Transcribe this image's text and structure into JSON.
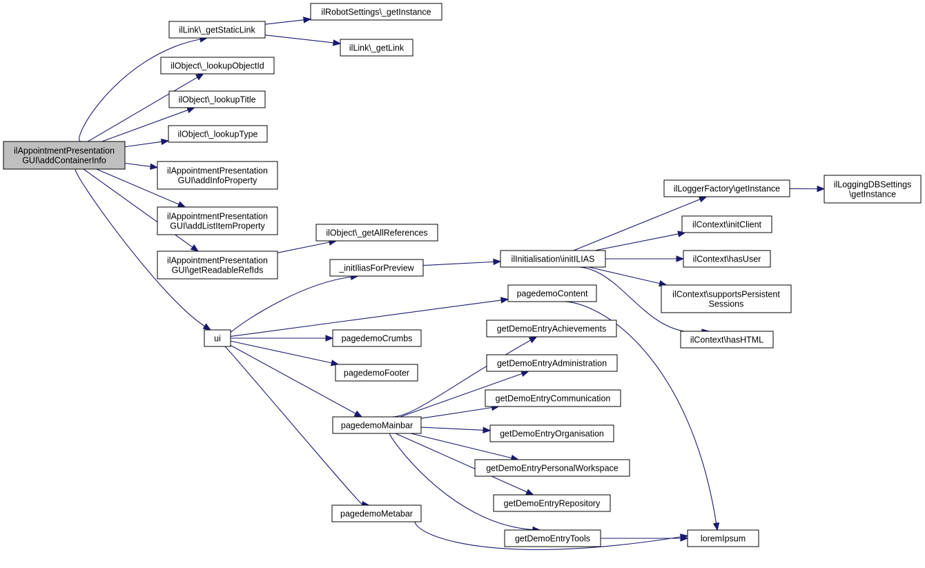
{
  "colors": {
    "node_fill": "#ffffff",
    "root_fill": "#bfbfbf",
    "edge": "#191970",
    "border": "#000000"
  },
  "nodes": {
    "root": {
      "lines": [
        "ilAppointmentPresentation",
        "GUI\\addContainerInfo"
      ]
    },
    "getStaticLink": {
      "lines": [
        "ilLink\\_getStaticLink"
      ]
    },
    "robotGetInstance": {
      "lines": [
        "ilRobotSettings\\_getInstance"
      ]
    },
    "getLink": {
      "lines": [
        "ilLink\\_getLink"
      ]
    },
    "lookupObjectId": {
      "lines": [
        "ilObject\\_lookupObjectId"
      ]
    },
    "lookupTitle": {
      "lines": [
        "ilObject\\_lookupTitle"
      ]
    },
    "lookupType": {
      "lines": [
        "ilObject\\_lookupType"
      ]
    },
    "addInfoProperty": {
      "lines": [
        "ilAppointmentPresentation",
        "GUI\\addInfoProperty"
      ]
    },
    "addListItemProperty": {
      "lines": [
        "ilAppointmentPresentation",
        "GUI\\addListItemProperty"
      ]
    },
    "getReadableRefIds": {
      "lines": [
        "ilAppointmentPresentation",
        "GUI\\getReadableRefIds"
      ]
    },
    "getAllReferences": {
      "lines": [
        "ilObject\\_getAllReferences"
      ]
    },
    "ui": {
      "lines": [
        "ui"
      ]
    },
    "initIliasForPreview": {
      "lines": [
        "_initIliasForPreview"
      ]
    },
    "initILIAS": {
      "lines": [
        "ilInitialisation\\initILIAS"
      ]
    },
    "loggerGetInstance": {
      "lines": [
        "ilLoggerFactory\\getInstance"
      ]
    },
    "loggingDB": {
      "lines": [
        "ilLoggingDBSettings",
        "\\getInstance"
      ]
    },
    "initClient": {
      "lines": [
        "ilContext\\initClient"
      ]
    },
    "hasUser": {
      "lines": [
        "ilContext\\hasUser"
      ]
    },
    "supportsPersistent": {
      "lines": [
        "ilContext\\supportsPersistent",
        "Sessions"
      ]
    },
    "hasHTML": {
      "lines": [
        "ilContext\\hasHTML"
      ]
    },
    "pagedemoContent": {
      "lines": [
        "pagedemoContent"
      ]
    },
    "pagedemoCrumbs": {
      "lines": [
        "pagedemoCrumbs"
      ]
    },
    "pagedemoFooter": {
      "lines": [
        "pagedemoFooter"
      ]
    },
    "pagedemoMainbar": {
      "lines": [
        "pagedemoMainbar"
      ]
    },
    "pagedemoMetabar": {
      "lines": [
        "pagedemoMetabar"
      ]
    },
    "achievements": {
      "lines": [
        "getDemoEntryAchievements"
      ]
    },
    "administration": {
      "lines": [
        "getDemoEntryAdministration"
      ]
    },
    "communication": {
      "lines": [
        "getDemoEntryCommunication"
      ]
    },
    "organisation": {
      "lines": [
        "getDemoEntryOrganisation"
      ]
    },
    "personalWorkspace": {
      "lines": [
        "getDemoEntryPersonalWorkspace"
      ]
    },
    "repository": {
      "lines": [
        "getDemoEntryRepository"
      ]
    },
    "tools": {
      "lines": [
        "getDemoEntryTools"
      ]
    },
    "loremIpsum": {
      "lines": [
        "loremIpsum"
      ]
    }
  },
  "edges": [
    [
      "root",
      "getStaticLink"
    ],
    [
      "root",
      "lookupObjectId"
    ],
    [
      "root",
      "lookupTitle"
    ],
    [
      "root",
      "lookupType"
    ],
    [
      "root",
      "addInfoProperty"
    ],
    [
      "root",
      "addListItemProperty"
    ],
    [
      "root",
      "getReadableRefIds"
    ],
    [
      "root",
      "ui"
    ],
    [
      "getStaticLink",
      "robotGetInstance"
    ],
    [
      "getStaticLink",
      "getLink"
    ],
    [
      "getReadableRefIds",
      "getAllReferences"
    ],
    [
      "ui",
      "initIliasForPreview"
    ],
    [
      "ui",
      "pagedemoContent"
    ],
    [
      "ui",
      "pagedemoCrumbs"
    ],
    [
      "ui",
      "pagedemoFooter"
    ],
    [
      "ui",
      "pagedemoMainbar"
    ],
    [
      "ui",
      "pagedemoMetabar"
    ],
    [
      "initIliasForPreview",
      "initILIAS"
    ],
    [
      "initILIAS",
      "loggerGetInstance"
    ],
    [
      "initILIAS",
      "initClient"
    ],
    [
      "initILIAS",
      "hasUser"
    ],
    [
      "initILIAS",
      "supportsPersistent"
    ],
    [
      "initILIAS",
      "hasHTML"
    ],
    [
      "loggerGetInstance",
      "loggingDB"
    ],
    [
      "pagedemoContent",
      "loremIpsum"
    ],
    [
      "pagedemoMainbar",
      "achievements"
    ],
    [
      "pagedemoMainbar",
      "administration"
    ],
    [
      "pagedemoMainbar",
      "communication"
    ],
    [
      "pagedemoMainbar",
      "organisation"
    ],
    [
      "pagedemoMainbar",
      "personalWorkspace"
    ],
    [
      "pagedemoMainbar",
      "repository"
    ],
    [
      "pagedemoMainbar",
      "tools"
    ],
    [
      "pagedemoMetabar",
      "loremIpsum"
    ],
    [
      "tools",
      "loremIpsum"
    ]
  ]
}
